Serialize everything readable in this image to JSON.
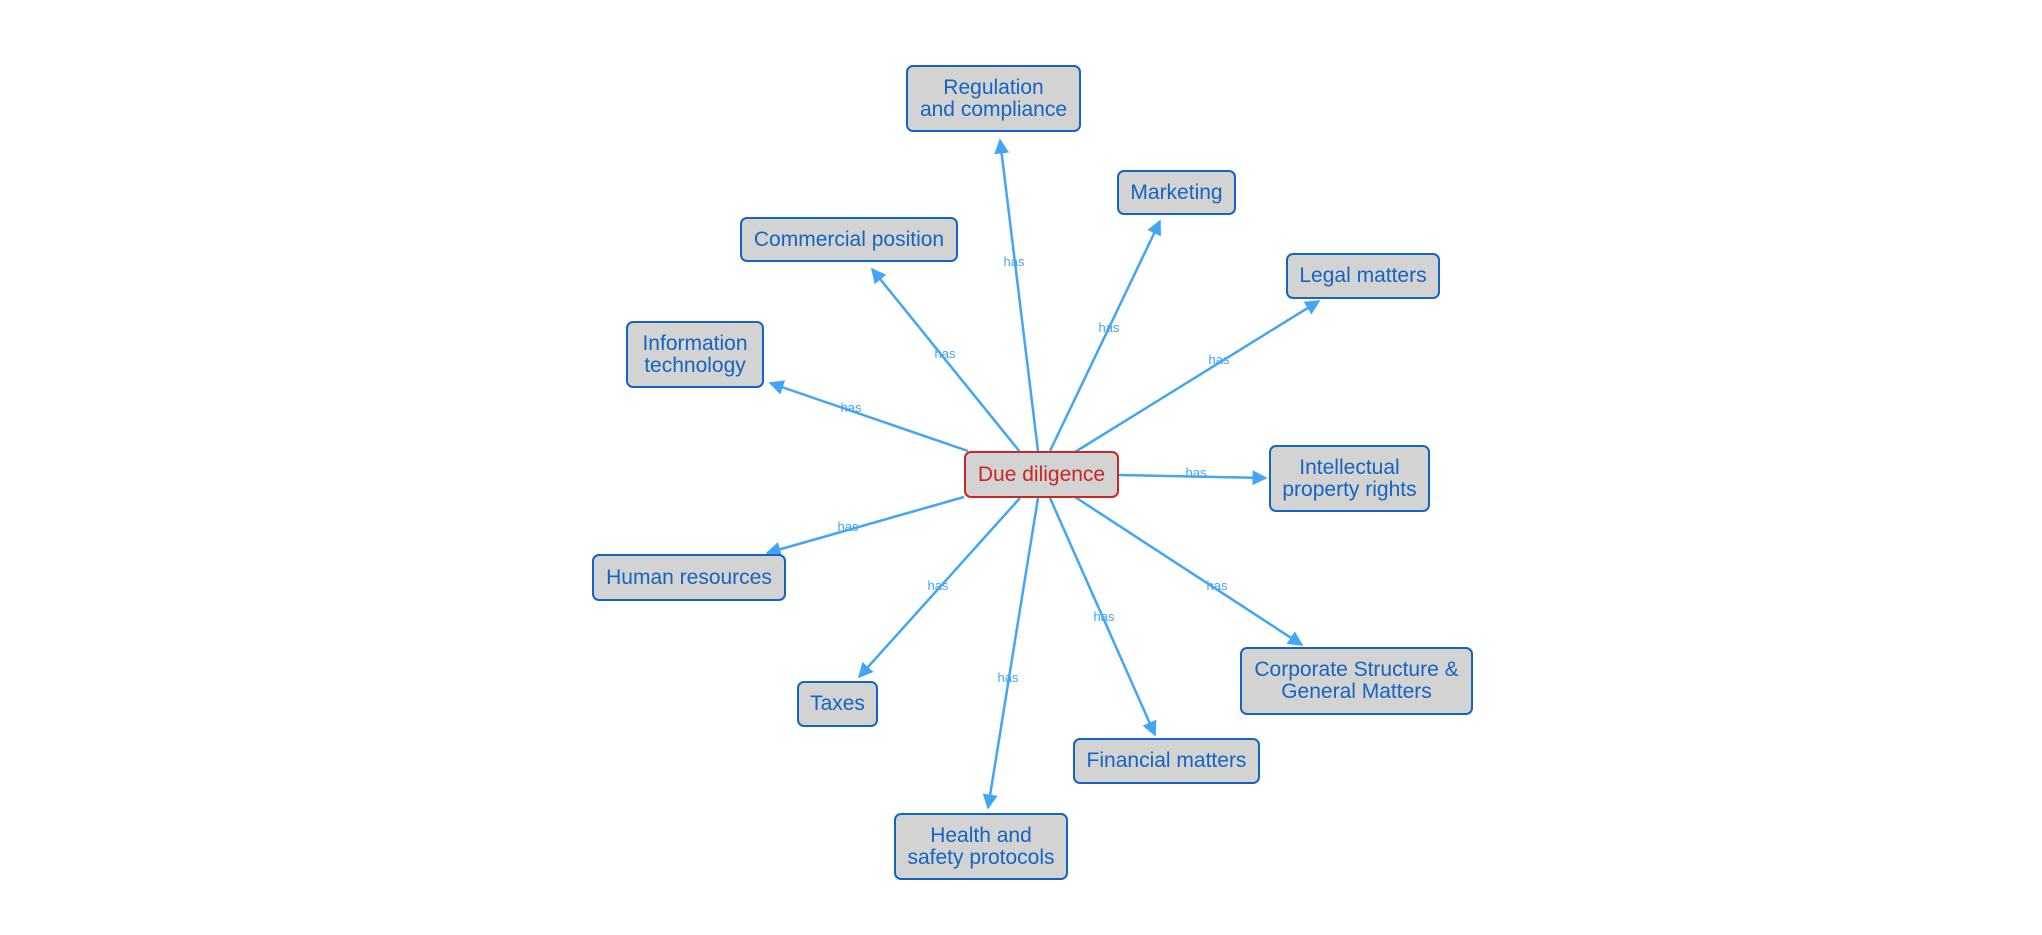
{
  "diagram": {
    "center": {
      "label": "Due diligence",
      "color": "#c62828"
    },
    "edge_label": "has",
    "edge_color": "#42a5f5",
    "node_color": "#1565c0",
    "node_fill": "#d3d3d3",
    "nodes": [
      {
        "id": "regulation",
        "label": "Regulation\nand compliance"
      },
      {
        "id": "marketing",
        "label": "Marketing"
      },
      {
        "id": "commercial",
        "label": "Commercial position"
      },
      {
        "id": "legal",
        "label": "Legal matters"
      },
      {
        "id": "it",
        "label": "Information\ntechnology"
      },
      {
        "id": "ip",
        "label": "Intellectual\nproperty rights"
      },
      {
        "id": "hr",
        "label": "Human resources"
      },
      {
        "id": "corporate",
        "label": "Corporate Structure &\nGeneral Matters"
      },
      {
        "id": "taxes",
        "label": "Taxes"
      },
      {
        "id": "financial",
        "label": "Financial matters"
      },
      {
        "id": "health",
        "label": "Health and\nsafety protocols"
      }
    ]
  }
}
